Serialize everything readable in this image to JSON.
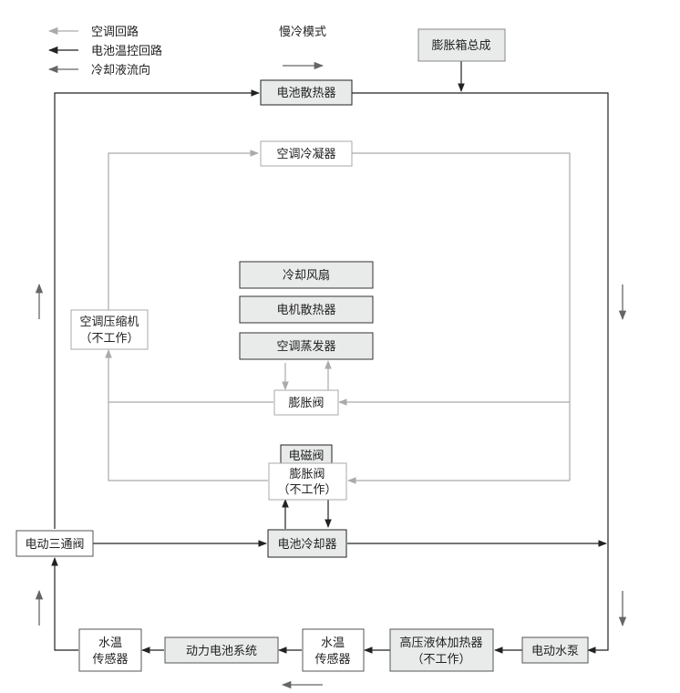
{
  "legend": {
    "ac_loop": "空调回路",
    "battery_loop": "电池温控回路",
    "coolant_flow": "冷却液流向"
  },
  "mode_label": "慢冷模式",
  "components": {
    "expansion_tank": "膨胀箱总成",
    "battery_radiator": "电池散热器",
    "ac_condenser": "空调冷凝器",
    "cooling_fan": "冷却风扇",
    "motor_radiator": "电机散热器",
    "ac_evaporator": "空调蒸发器",
    "expansion_valve_1": "膨胀阀",
    "solenoid_valve": "电磁阀",
    "expansion_valve_2": [
      "膨胀阀",
      "（不工作）"
    ],
    "ac_compressor": [
      "空调压缩机",
      "（不工作）"
    ],
    "electric_3way_valve": "电动三通阀",
    "battery_chiller": "电池冷却器",
    "water_temp_sensor_left": [
      "水温",
      "传感器"
    ],
    "power_battery_system": "动力电池系统",
    "water_temp_sensor_mid": [
      "水温",
      "传感器"
    ],
    "hv_liquid_heater": [
      "高压液体加热器",
      "（不工作）"
    ],
    "electric_water_pump": "电动水泵"
  },
  "colors": {
    "battery_loop": "#222222",
    "ac_loop": "#aaaaaa",
    "flow_arrow": "#666666",
    "box_fill_dark": "#e9eaea",
    "box_fill_light": "#ffffff"
  }
}
